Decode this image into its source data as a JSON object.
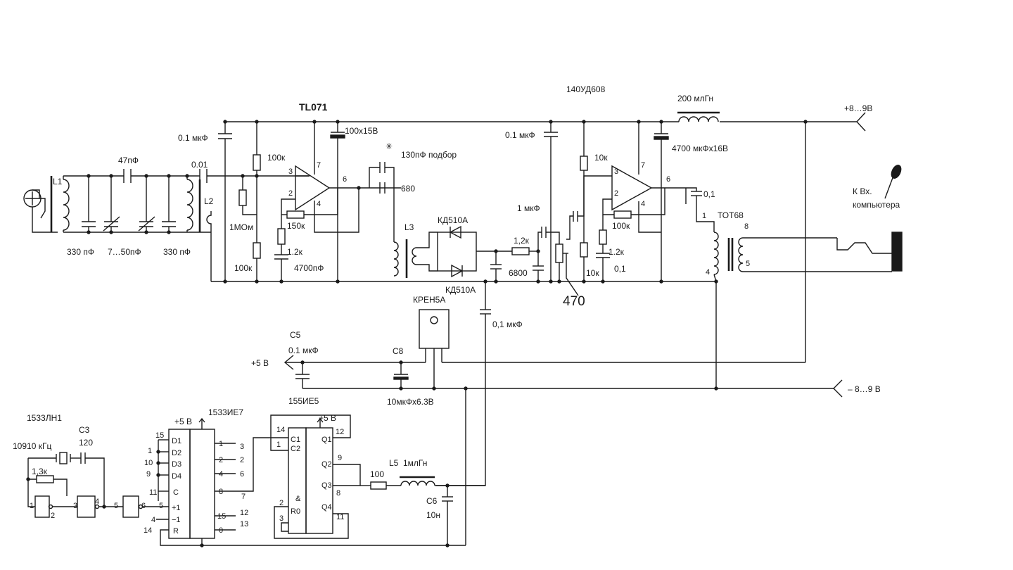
{
  "labels": {
    "tl071": "TL071",
    "c_0_1_left": "0.1 мкФ",
    "r100k_top": "100к",
    "c100x15": "100х15В",
    "c47": "47пФ",
    "c001": "0.01",
    "l1": "L1",
    "l2": "L2",
    "c330a": "330 пФ",
    "c750": "7…50пФ",
    "c330b": "330 пФ",
    "r1mom": "1МОм",
    "r100k_bot": "100к",
    "r150k": "150к",
    "r12k_a": "1.2к",
    "c4700": "4700пФ",
    "star": "✳",
    "c130": "130пФ  подбор",
    "c680": "680",
    "l3": "L3",
    "kd_top": "КД510А",
    "kd_bot": "КД510А",
    "r12k_b": "1,2к",
    "c6800": "6800",
    "c1mkf": "1 мкФ",
    "r470": "470",
    "u2": "140УД608",
    "c_0_1_mid": "0.1 мкФ",
    "r10k_top": "10к",
    "r100k_r": "100к",
    "r12k_c": "1.2к",
    "r10k_bot": "10к",
    "c01_r": "0,1",
    "l200": "200 млГн",
    "c4700mk": "4700 мкФх16В",
    "c01_out": "0,1",
    "tot": "ТОТ68",
    "plus89": "+8…9В",
    "to_pc_a": "К  Вх.",
    "to_pc_b": "компьютера",
    "kren": "КРЕН5А",
    "c01_kren": "0,1 мкФ",
    "c5": "C5",
    "c5_val": "0.1 мкФ",
    "plus5": "+5 В",
    "c8": "C8",
    "c8_val": "10мкФх6.3В",
    "minus89": "– 8…9 В",
    "ln1": "1533ЛН1",
    "c3": "C3",
    "xtal": "10910 кГц",
    "c3_val": "120",
    "r13k": "1,3к",
    "ie7": "1533ИЕ7",
    "ie7_plus5": "+5 В",
    "ie5": "155ИЕ5",
    "ie5_plus5": "+5 В",
    "r100": "100",
    "l5": "L5",
    "l5_val": "1млГн",
    "c6": "C6",
    "c6_val": "10н"
  },
  "pins": {
    "op1": [
      "3",
      "2",
      "7",
      "4",
      "6"
    ],
    "op2": [
      "3",
      "2",
      "7",
      "4",
      "6"
    ],
    "tr": [
      "1",
      "4",
      "8",
      "5"
    ],
    "ln1": [
      "1",
      "2",
      "3",
      "4",
      "5",
      "6"
    ],
    "ie7_left": [
      "15",
      "1",
      "10",
      "9",
      "11",
      "5",
      "4",
      "14"
    ],
    "ie7_left_names": [
      "D1",
      "D2",
      "D3",
      "D4",
      "C",
      "+1",
      "−1",
      "R"
    ],
    "ie7_right": [
      "1",
      "3",
      "2",
      "2",
      "4",
      "6",
      "8",
      "7",
      "15",
      "12",
      "0",
      "13"
    ],
    "ie5_left": [
      "14",
      "1",
      "2",
      "3"
    ],
    "ie5_left_names": [
      "C1",
      "C2",
      "&",
      "R0"
    ],
    "ie5_right_names": [
      "Q1",
      "Q2",
      "Q3",
      "Q4"
    ],
    "ie5_right": [
      "12",
      "9",
      "8",
      "11"
    ]
  }
}
